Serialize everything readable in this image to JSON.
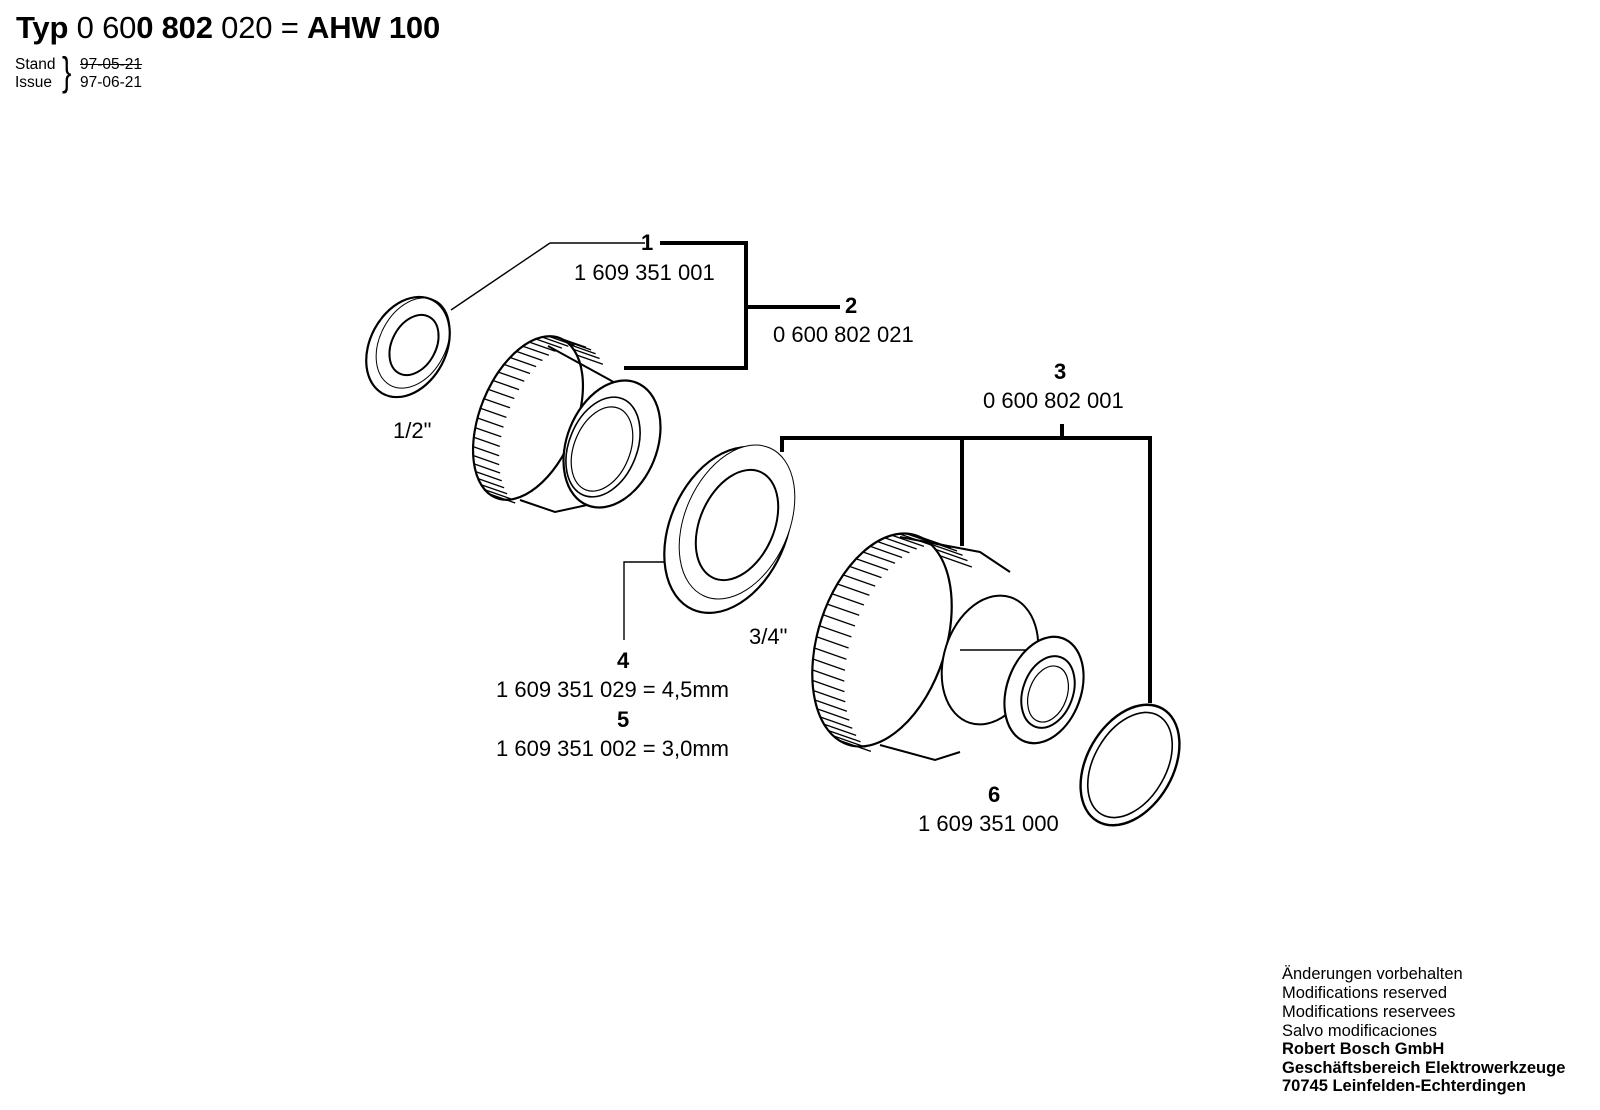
{
  "header": {
    "typ": "Typ",
    "code_a": "0 60",
    "code_b": "0 802",
    "code_c": " 020 = ",
    "model": "AHW 100",
    "stand_label": "Stand",
    "issue_label": "Issue",
    "stand_date": "97-05-21",
    "issue_date": "97-06-21"
  },
  "parts": [
    {
      "pos": "1",
      "number": "1 609 351 001"
    },
    {
      "pos": "2",
      "number": "0 600 802 021"
    },
    {
      "pos": "3",
      "number": "0 600 802 001"
    },
    {
      "pos": "4",
      "number": "1 609 351 029 = 4,5mm"
    },
    {
      "pos": "5",
      "number": "1 609 351 002 = 3,0mm"
    },
    {
      "pos": "6",
      "number": "1 609 351 000"
    }
  ],
  "sizes": {
    "half_inch": "1/2\"",
    "three_quarter_inch": "3/4\""
  },
  "footer": {
    "lines": [
      "Änderungen vorbehalten",
      "Modifications reserved",
      "Modifications reservees",
      "Salvo modificaciones"
    ],
    "company": "Robert Bosch GmbH",
    "division": "Geschäftsbereich Elektrowerkzeuge",
    "address": "70745 Leinfelden-Echterdingen"
  }
}
